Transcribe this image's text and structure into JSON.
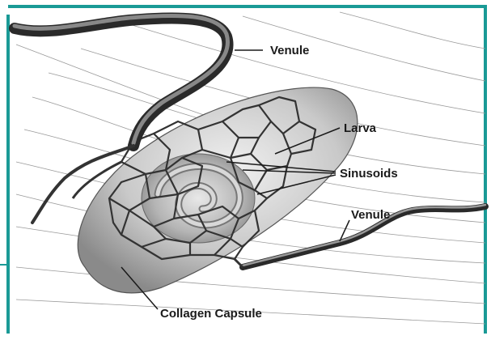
{
  "figure": {
    "frame_color": "#1a9a96",
    "labels": {
      "venule_top": "Venule",
      "larva": "Larva",
      "sinusoids": "Sinusoids",
      "venule_right": "Venule",
      "collagen_capsule": "Collagen Capsule"
    }
  }
}
